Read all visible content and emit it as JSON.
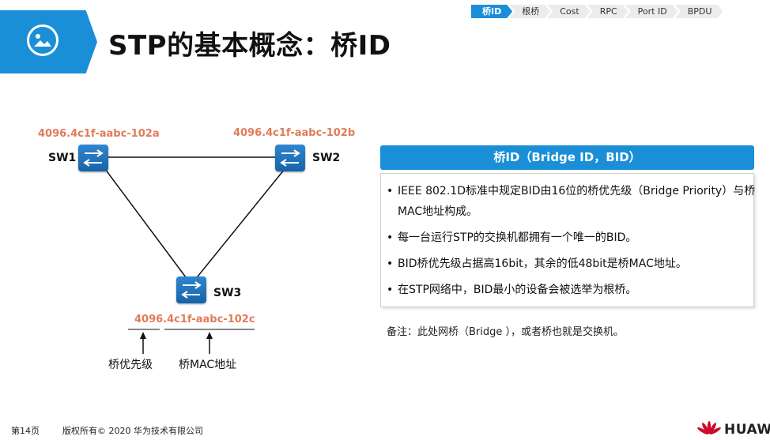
{
  "header": {
    "title": "STP的基本概念：桥ID",
    "icon": "image-icon",
    "accent_color": "#1a8fd8"
  },
  "nav": {
    "steps": [
      "桥ID",
      "根桥",
      "Cost",
      "RPC",
      "Port ID",
      "BPDU"
    ],
    "active_index": 0
  },
  "diagram": {
    "switches": [
      {
        "name": "SW1",
        "bid": "4096.4c1f-aabc-102a"
      },
      {
        "name": "SW2",
        "bid": "4096.4c1f-aabc-102b"
      },
      {
        "name": "SW3",
        "bid": "4096.4c1f-aabc-102c"
      }
    ],
    "annotations": {
      "priority_label": "桥优先级",
      "mac_label": "桥MAC地址"
    },
    "bid_color": "#e07b5a"
  },
  "panel": {
    "title": "桥ID（Bridge ID，BID）",
    "bullets": [
      "IEEE 802.1D标准中规定BID由16位的桥优先级（Bridge Priority）与桥MAC地址构成。",
      "每一台运行STP的交换机都拥有一个唯一的BID。",
      "BID桥优先级占据高16bit，其余的低48bit是桥MAC地址。",
      "在STP网络中，BID最小的设备会被选举为根桥。"
    ]
  },
  "note": "备注：此处网桥（Bridge ），或者桥也就是交换机。",
  "footer": {
    "page": "第14页",
    "copyright": "版权所有© 2020 华为技术有限公司",
    "brand": "HUAWEI"
  }
}
